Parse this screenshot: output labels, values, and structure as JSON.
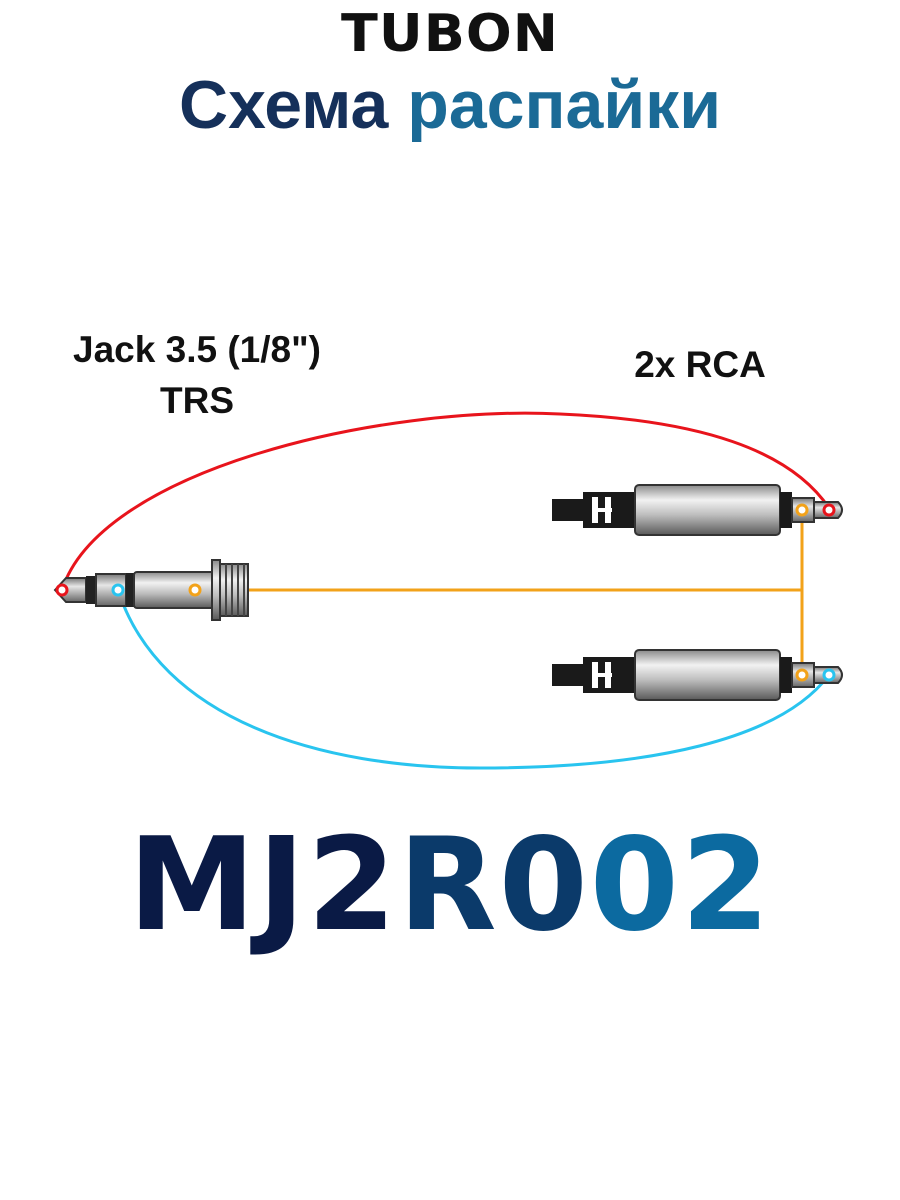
{
  "header": {
    "brand": "TUBON",
    "title_part1": "Схема",
    "title_part2": "распайки"
  },
  "diagram": {
    "jack_label_line1": "Jack 3.5 (1/8\")",
    "jack_label_line2": "TRS",
    "rca_label": "2x RCA",
    "wire_colors": {
      "left": "#e8141c",
      "right": "#29c4ef",
      "ground": "#f2a21a"
    }
  },
  "footer": {
    "model_a": "MJ2",
    "model_b": "R0",
    "model_c": "02"
  }
}
